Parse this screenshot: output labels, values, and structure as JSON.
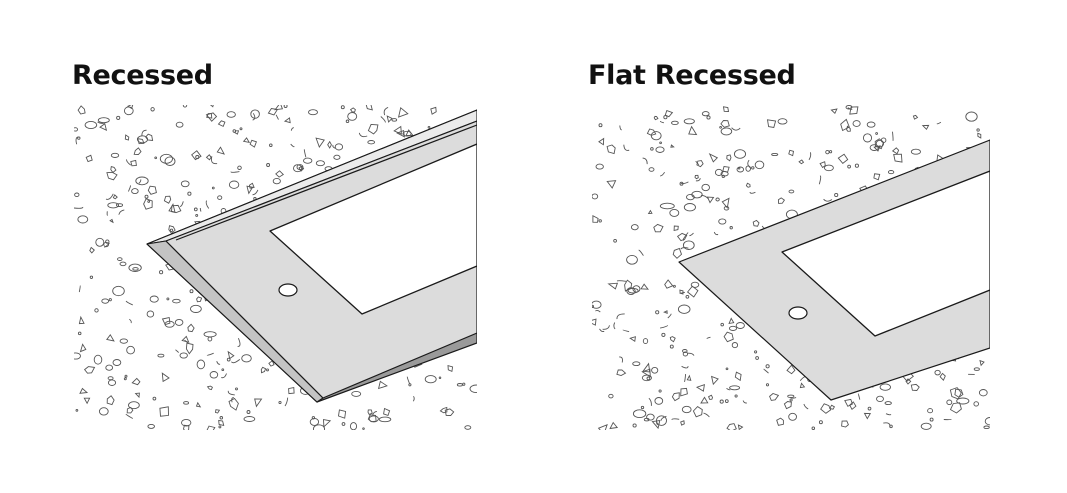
{
  "panels": [
    {
      "title": "Recessed",
      "style": "recessed"
    },
    {
      "title": "Flat Recessed",
      "style": "flat-recessed"
    }
  ],
  "colors": {
    "plate": "#dcdcdc",
    "plate_bevel_dark": "#9a9a9a",
    "plate_bevel_light": "#ebebeb",
    "opening": "#ffffff",
    "aggregate": "#555555",
    "outline": "#1a1a1a"
  }
}
